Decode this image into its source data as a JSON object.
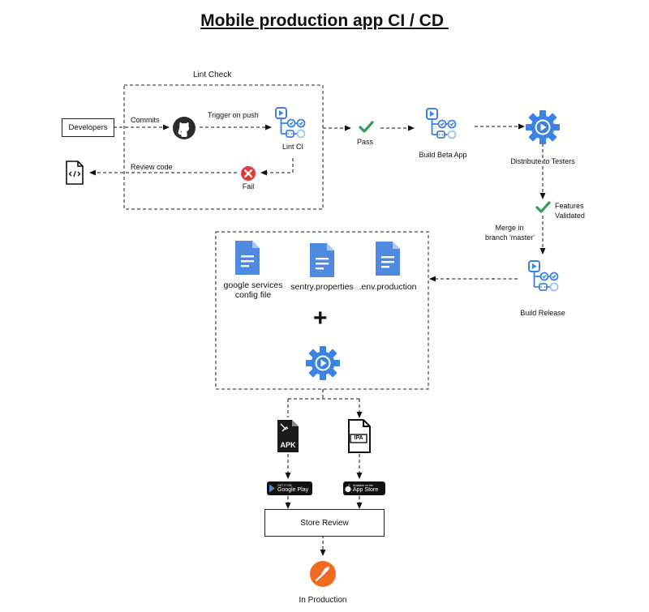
{
  "title": "Mobile production app CI / CD ",
  "nodes": {
    "developers": "Developers",
    "lint_check": "Lint Check",
    "lint_ci": "Lint CI",
    "fail": "Fail",
    "pass": "Pass",
    "build_beta": "Build Beta App",
    "distribute": "Distribute to Testers",
    "features_validated": "Features\nValidated",
    "merge": "Merge in\nbranch 'master'",
    "build_release": "Build Release",
    "google_services": "google services\nconfig file",
    "sentry": "sentry.properties",
    "env": ".env.production",
    "plus": "+",
    "apk": "APK",
    "ipa": "IPA",
    "store_review": "Store Review",
    "in_production": "In Production"
  },
  "edges": {
    "commits": "Commits",
    "trigger": "Trigger on push",
    "review_code": "Review code"
  },
  "badges": {
    "google_play_small": "GET IT ON",
    "google_play_big": "Google Play",
    "app_store_small": "Available on the",
    "app_store_big": "App Store"
  },
  "colors": {
    "accent_blue": "#3b82e6",
    "doc_blue": "#4f8ae0",
    "success_green": "#2f9e5a",
    "fail_red": "#e53935",
    "production_orange": "#f26a21"
  }
}
